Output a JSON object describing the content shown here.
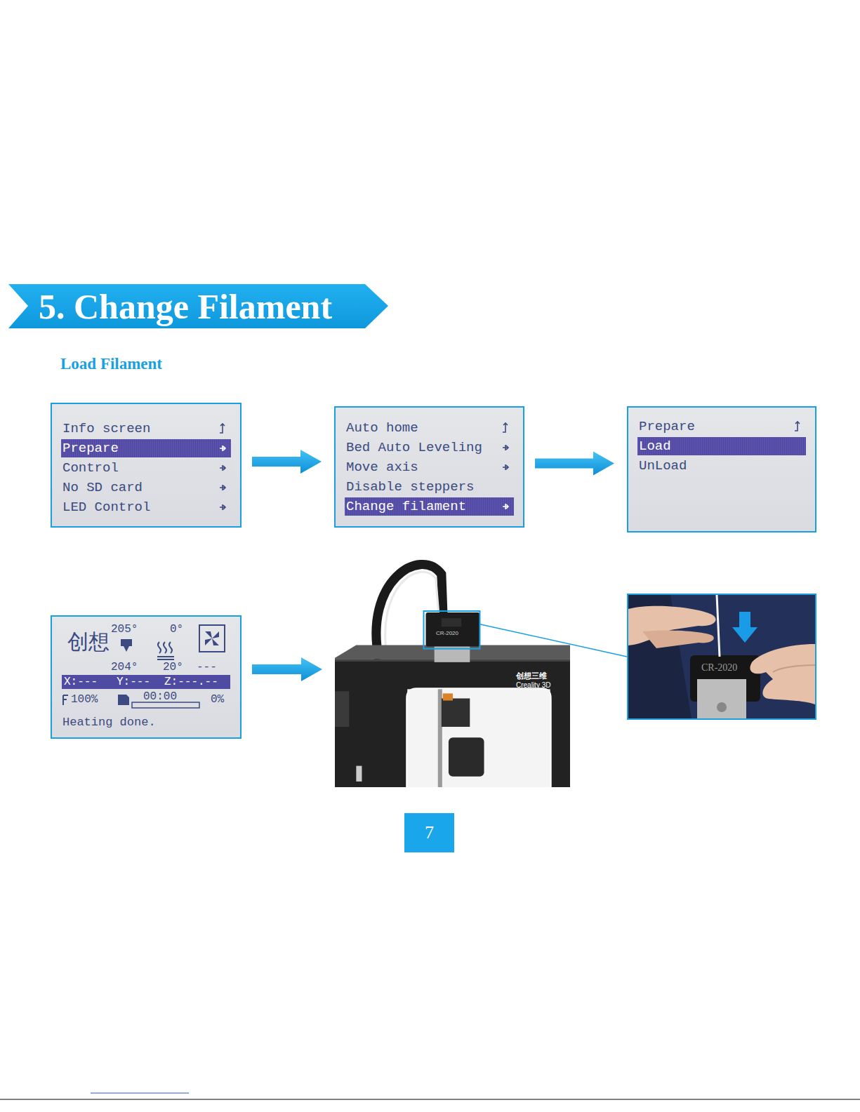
{
  "diagram": {
    "title": "5. Change Filament",
    "nodes": [
      {
        "text": [
          "Info screen",
          "Prepare",
          "Control",
          "No SD card",
          "LED Control"
        ]
      },
      {
        "text": [
          "Auto home",
          "Bed Auto Leveling",
          "Move axis",
          "Disable steppers",
          "Change filament"
        ]
      },
      {
        "text": [
          "Prepare",
          "Load",
          "UnLoad"
        ]
      },
      {
        "text": [
          "创想",
          "205°",
          "0°",
          "204°",
          "20°",
          "---",
          "X:---",
          "Y:---",
          "Z:---.--",
          "100%",
          "00:00",
          "0%",
          "Heating done."
        ]
      },
      {
        "text": [
          "创想三维",
          "Creality 3D",
          "CR-2020"
        ]
      },
      {
        "text": [
          "CR-2020"
        ]
      }
    ],
    "edges": [
      {
        "from": 0,
        "to": 1,
        "arrow": "to"
      },
      {
        "from": 1,
        "to": 2,
        "arrow": "to"
      },
      {
        "from": 3,
        "to": 4,
        "arrow": "to"
      },
      {
        "from": 4,
        "to": 5,
        "arrow": "none"
      }
    ],
    "labels": [
      "Load Filament",
      "7"
    ]
  }
}
